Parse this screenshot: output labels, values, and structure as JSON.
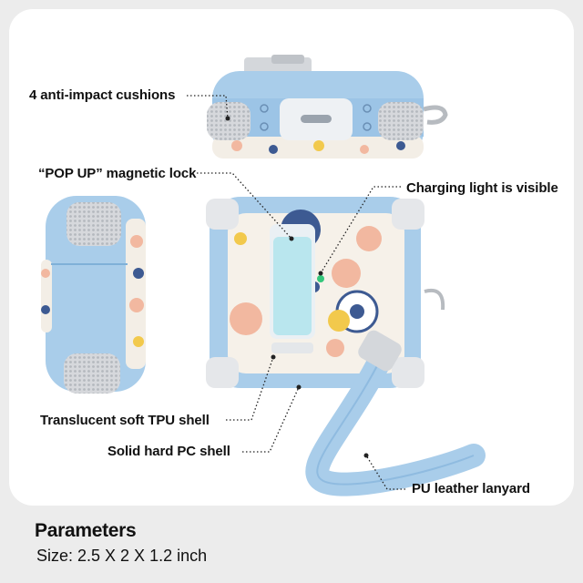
{
  "labels": {
    "cushions": "4 anti-impact cushions",
    "magnetic_lock": "“POP UP” magnetic lock",
    "charging_light": "Charging light is visible",
    "tpu_shell": "Translucent soft TPU shell",
    "pc_shell": "Solid hard PC shell",
    "lanyard": "PU leather lanyard"
  },
  "parameters": {
    "title": "Parameters",
    "size": "Size: 2.5 X 2 X 1.2 inch"
  },
  "colors": {
    "case_blue": "#a9cdea",
    "case_blue_dark": "#7fb0d8",
    "cushion_gray": "#cfd2d6",
    "floral_peach": "#f2b8a0",
    "floral_navy": "#3d5a92",
    "floral_yellow": "#f2c94c",
    "background": "#ececec"
  }
}
